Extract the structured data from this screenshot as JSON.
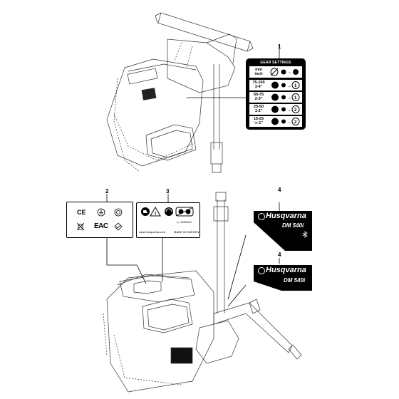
{
  "callouts": {
    "c1": "1",
    "c2": "2",
    "c3": "3",
    "c4a": "4",
    "c4b": "4"
  },
  "gear_settings": {
    "title": "GEAR SETTINGS",
    "header_mm": "mm",
    "header_inch": "inch",
    "rows": [
      {
        "mm": "75-100",
        "inch": "3-4\"",
        "gear": "1"
      },
      {
        "mm": "50-75",
        "inch": "2-3\"",
        "gear": "1"
      },
      {
        "mm": "25-50",
        "inch": "1-2\"",
        "gear": "2"
      },
      {
        "mm": "15-25",
        "inch": "½-1\"",
        "gear": "2"
      }
    ]
  },
  "label2": {
    "ce": "CE",
    "eac": "EAC"
  },
  "label3": {
    "rpm": "n₀ 1250/min",
    "website": "www.husqvarna.com",
    "made_in": "MADE IN SWEDEN"
  },
  "decal_top": {
    "brand": "Husqvarna",
    "model": "DM 540i",
    "bt_icon": "bluetooth-icon"
  },
  "decal_bottom": {
    "brand": "Husqvarna",
    "model": "DM 540i"
  },
  "colors": {
    "ink": "#000000",
    "paper": "#ffffff",
    "line": "#444444"
  }
}
